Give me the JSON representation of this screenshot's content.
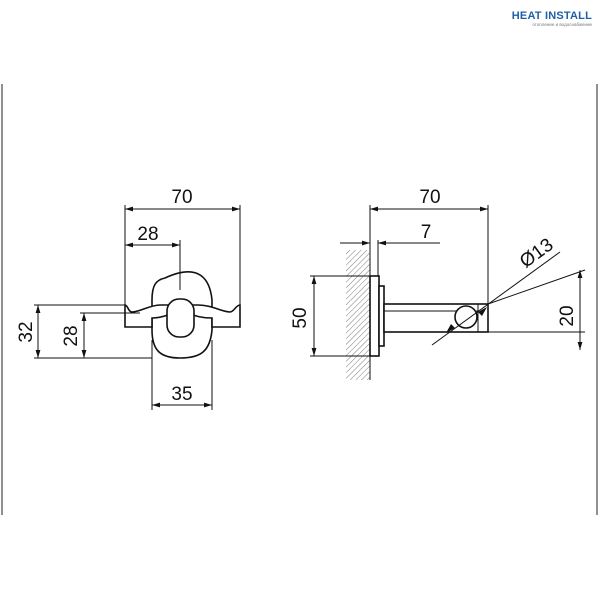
{
  "logo": {
    "brand": "HEAT INSTALL",
    "tagline": "отопление и водоснабжение"
  },
  "front_view": {
    "dims": {
      "overall_width": "70",
      "inner_width": "28",
      "bottom_width": "35",
      "outer_height": "32",
      "inner_height": "28"
    }
  },
  "side_view": {
    "dims": {
      "overall_depth": "70",
      "plate_thickness": "7",
      "diameter": "Ø13",
      "height_right": "20",
      "mount_height": "50"
    }
  },
  "colors": {
    "line": "#111111",
    "brand_blue": "#1f5fa8",
    "brand_red": "#d8262b"
  }
}
